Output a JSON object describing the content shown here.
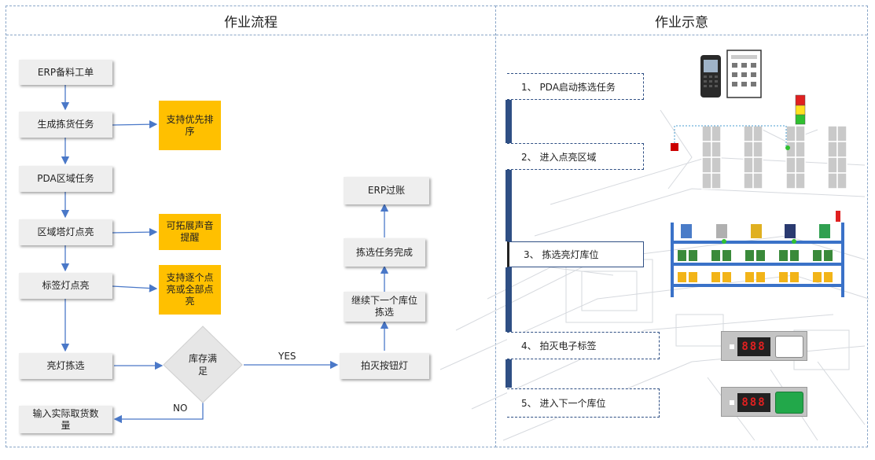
{
  "headers": {
    "left": "作业流程",
    "right": "作业示意"
  },
  "flow": {
    "erp_stock": "ERP备料工单",
    "gen_task": "生成拣货任务",
    "pda_task": "PDA区域任务",
    "tower_light": "区域塔灯点亮",
    "tag_light": "标签灯点亮",
    "light_pick": "亮灯拣选",
    "stock_check": "库存满足",
    "yes_label": "YES",
    "no_label": "NO",
    "input_qty": "输入实际取货数量",
    "press_button": "拍灭按钮灯",
    "next_pick": "继续下一个库位拣选",
    "task_done": "拣选任务完成",
    "erp_post": "ERP过账",
    "note_priority": "支持优先排序",
    "note_sound": "可拓展声音提醒",
    "note_lights": "支持逐个点亮或全部点亮"
  },
  "steps": [
    "1、 PDA启动拣选任务",
    "2、 进入点亮区域",
    "3、 拣选亮灯库位",
    "4、 拍灭电子标签",
    "5、 进入下一个库位"
  ],
  "displays": [
    {
      "digits": "888",
      "button_color": "#ffffff"
    },
    {
      "digits": "888",
      "button_color": "#22a84a"
    }
  ],
  "colors": {
    "accent_yellow": "#ffc000",
    "step_bar": "#2f4f84",
    "arrow": "#4a78c8",
    "tower_red": "#e02020",
    "tower_yellow": "#ffe020",
    "tower_green": "#30c030"
  }
}
